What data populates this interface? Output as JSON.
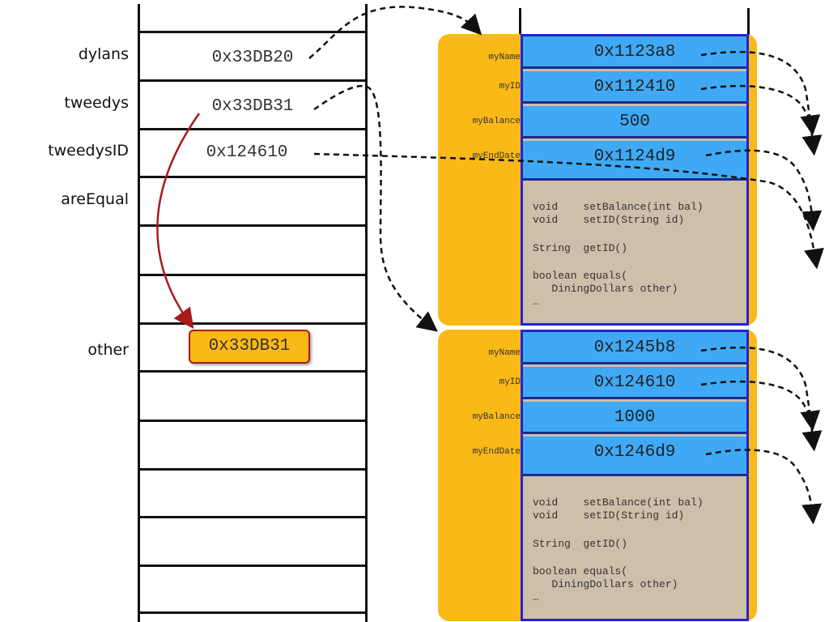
{
  "stack": {
    "variables": [
      {
        "name": "dylans",
        "value": "0x33DB20"
      },
      {
        "name": "tweedys",
        "value": "0x33DB31"
      },
      {
        "name": "tweedysID",
        "value": "0x124610"
      },
      {
        "name": "areEqual",
        "value": ""
      }
    ],
    "param": {
      "name": "other",
      "value": "0x33DB31"
    }
  },
  "objects": [
    {
      "fields": [
        {
          "label": "myName",
          "value": "0x1123a8"
        },
        {
          "label": "myID",
          "value": "0x112410"
        },
        {
          "label": "myBalance",
          "value": "500"
        },
        {
          "label": "myEndDate",
          "value": "0x1124d9"
        }
      ],
      "methods": {
        "line1": "void    setBalance(int bal)",
        "line2": "void    setID(String id)",
        "line3": "String  getID()",
        "line4": "boolean equals(",
        "line5": "   DiningDollars other)",
        "line6": "…"
      }
    },
    {
      "fields": [
        {
          "label": "myName",
          "value": "0x1245b8"
        },
        {
          "label": "myID",
          "value": "0x124610"
        },
        {
          "label": "myBalance",
          "value": "1000"
        },
        {
          "label": "myEndDate",
          "value": "0x1246d9"
        }
      ],
      "methods": {
        "line1": "void    setBalance(int bal)",
        "line2": "void    setID(String id)",
        "line3": "String  getID()",
        "line4": "boolean equals(",
        "line5": "   DiningDollars other)",
        "line6": "…"
      }
    }
  ],
  "colors": {
    "object_bg": "#fbb917",
    "field_bg": "#3fa9f5",
    "field_border": "#2323d8",
    "method_bg": "#cdbfa9",
    "param_arrow": "#a61c1c",
    "ref_arrow": "#111111"
  }
}
